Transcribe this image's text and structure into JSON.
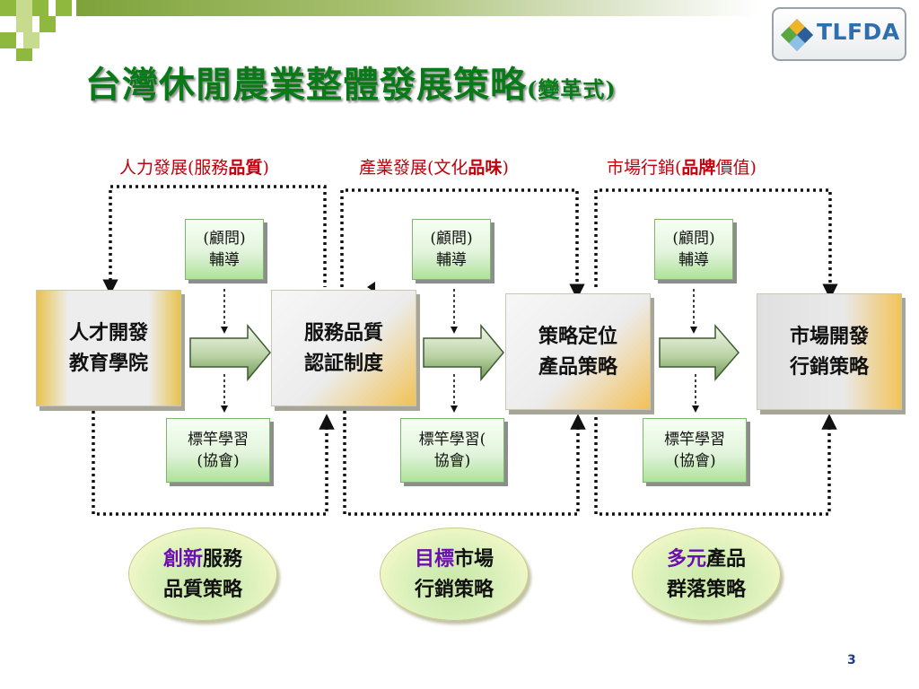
{
  "brand": {
    "logo_text": "TLFDA"
  },
  "title": {
    "main": "台灣休閒農業整體發展策略",
    "sub": "(變革式)"
  },
  "sections": [
    {
      "pre": "人力發展(服務",
      "bold": "品質",
      "post": ")"
    },
    {
      "pre": "產業發展(文化",
      "bold": "品味",
      "post": ")"
    },
    {
      "pre": "市場行銷(",
      "bold": "品牌",
      "post": "價值)"
    }
  ],
  "main_boxes": [
    {
      "line1": "人才開發",
      "line2": "教育學院"
    },
    {
      "line1": "服務品質",
      "line2": "認証制度"
    },
    {
      "line1": "策略定位",
      "line2": "產品策略"
    },
    {
      "line1": "市場開發",
      "line2": "行銷策略"
    }
  ],
  "top_boxes": [
    {
      "line1": "(顧問)",
      "line2": "輔導"
    },
    {
      "line1": "(顧問)",
      "line2": "輔導"
    },
    {
      "line1": "(顧問)",
      "line2": "輔導"
    }
  ],
  "bottom_boxes": [
    {
      "line1": "標竿學習",
      "line2": "(協會)"
    },
    {
      "line1": "標竿學習(",
      "line2": "協會)"
    },
    {
      "line1": "標竿學習",
      "line2": "(協會)"
    }
  ],
  "ellipses": [
    {
      "highlight": "創新",
      "rest": "服務",
      "line2": "品質策略"
    },
    {
      "highlight": "目標",
      "rest": "市場",
      "line2": "行銷策略"
    },
    {
      "highlight": "多元",
      "rest": "產品",
      "line2": "群落策略"
    }
  ],
  "colors": {
    "title": "#0a7a19",
    "section_header": "#c0000d",
    "highlight": "#6d0fb0",
    "page_number": "#1a3f85"
  },
  "page_number": "3"
}
